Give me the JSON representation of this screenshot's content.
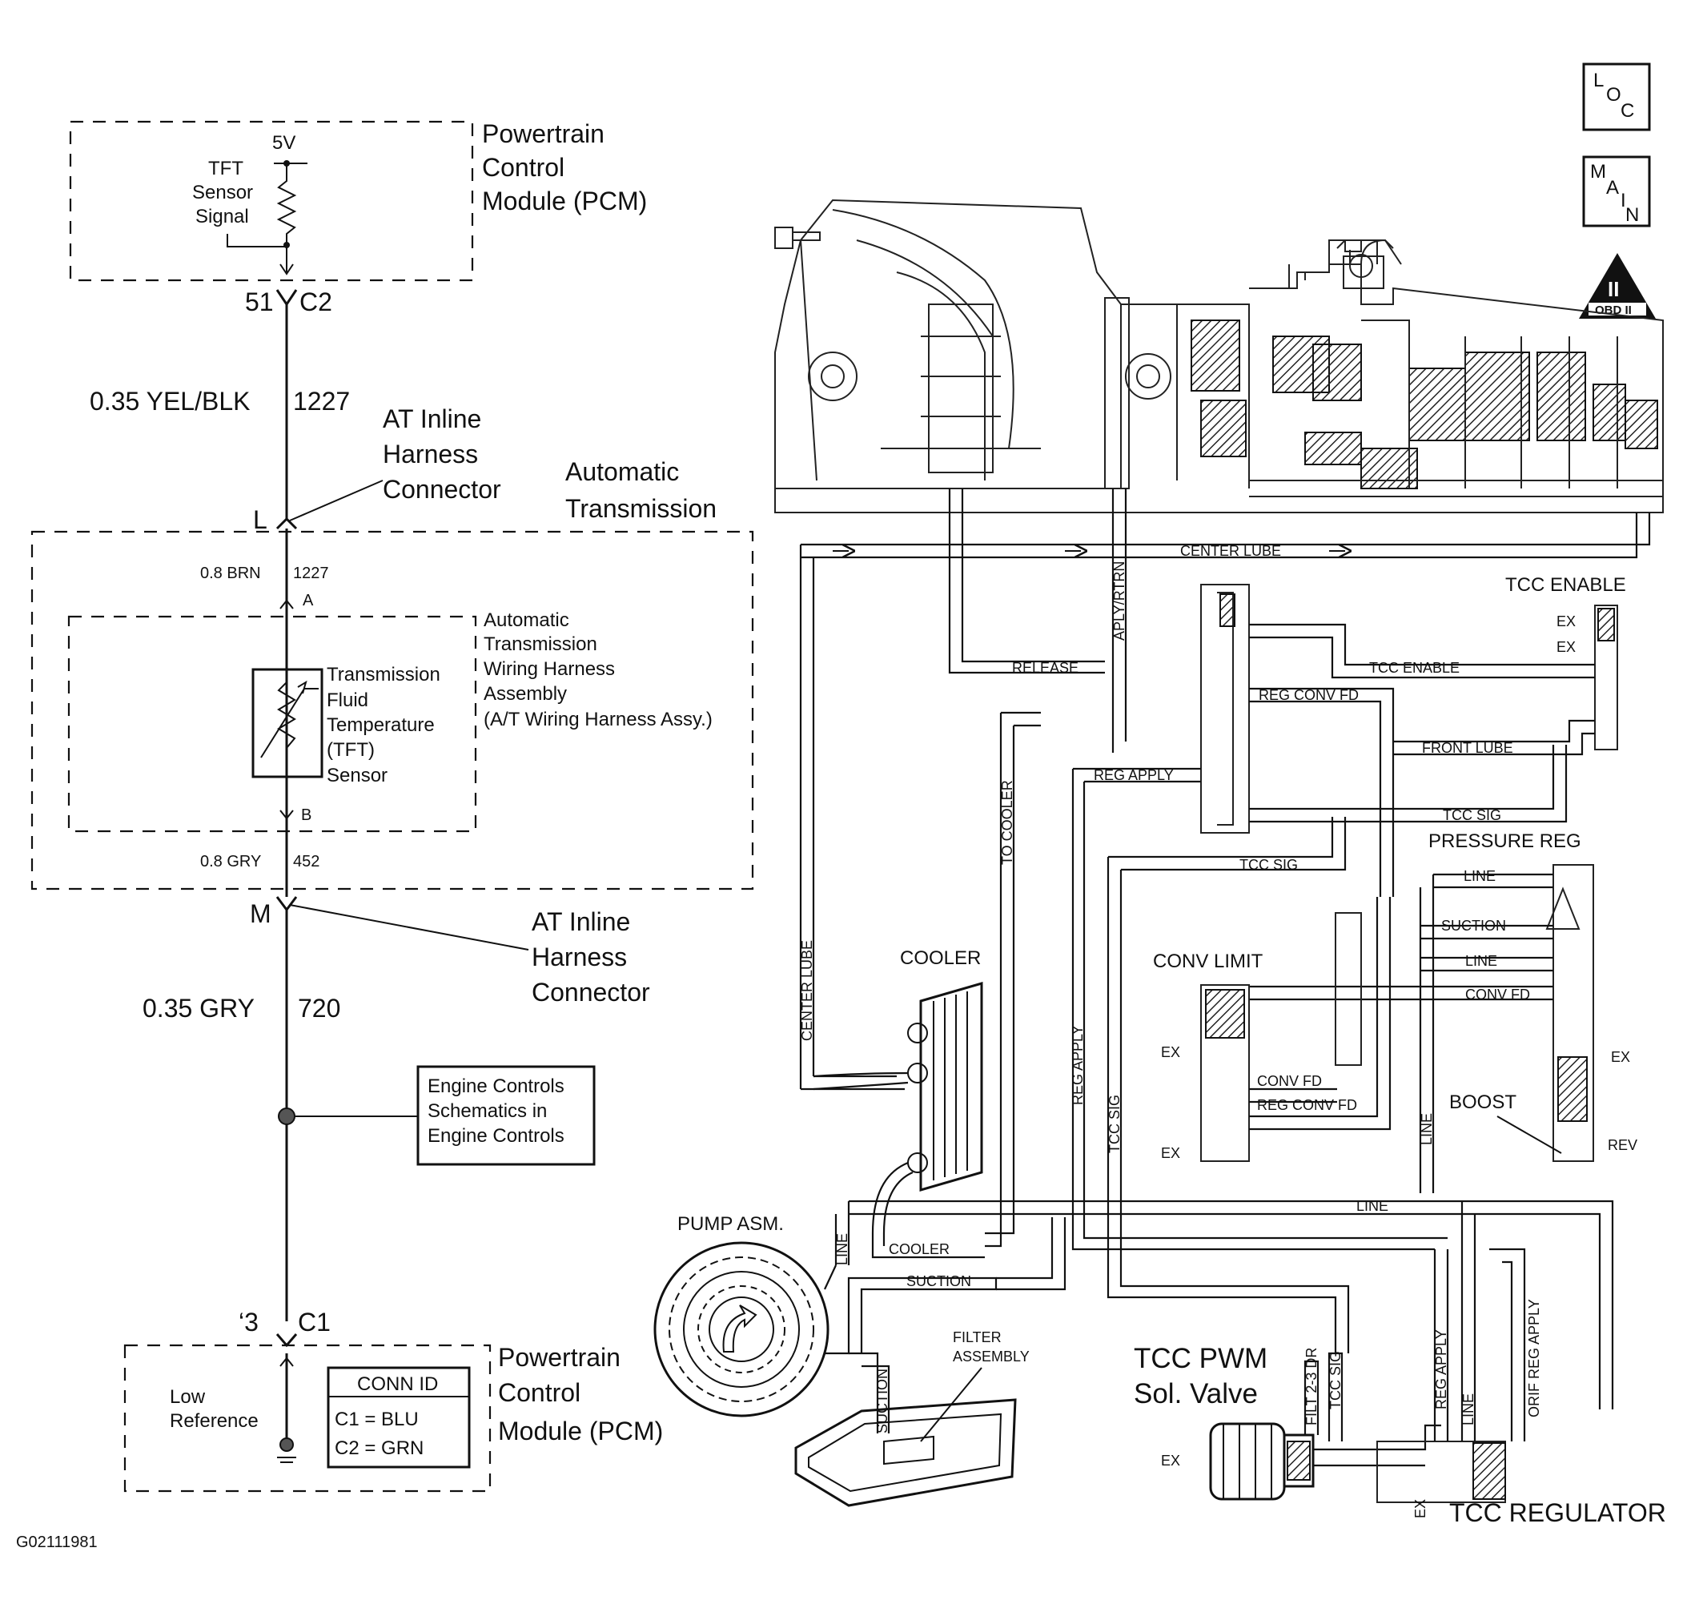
{
  "schematic": {
    "pcm_top": {
      "title_line1": "Powertrain",
      "title_line2": "Control",
      "title_line3": "Module (PCM)",
      "voltage": "5V",
      "sensor_line1": "TFT",
      "sensor_line2": "Sensor",
      "sensor_line3": "Signal",
      "pin": "51",
      "connector": "C2"
    },
    "wire1": {
      "gauge_color": "0.35 YEL/BLK",
      "circuit": "1227"
    },
    "inline_connector_1": {
      "line1": "AT Inline",
      "line2": "Harness",
      "line3": "Connector",
      "pin": "L"
    },
    "trans_box": {
      "line1": "Automatic",
      "line2": "Transmission"
    },
    "wire2": {
      "gauge_color": "0.8 BRN",
      "circuit": "1227",
      "pin_a": "A",
      "pin_b": "B"
    },
    "harness_assy": {
      "line1": "Automatic",
      "line2": "Transmission",
      "line3": "Wiring Harness",
      "line4": "Assembly",
      "line5": "(A/T Wiring Harness Assy.)"
    },
    "tft_sensor": {
      "line1": "Transmission",
      "line2": "Fluid",
      "line3": "Temperature",
      "line4": "(TFT)",
      "line5": "Sensor"
    },
    "wire3": {
      "gauge_color": "0.8 GRY",
      "circuit": "452"
    },
    "inline_connector_2": {
      "line1": "AT Inline",
      "line2": "Harness",
      "line3": "Connector",
      "pin": "M"
    },
    "wire4": {
      "gauge_color": "0.35 GRY",
      "circuit": "720"
    },
    "engine_controls": {
      "line1": "Engine Controls",
      "line2": "Schematics in",
      "line3": "Engine Controls"
    },
    "pcm_bottom": {
      "pin": "‘3",
      "connector": "C1",
      "title_line1": "Powertrain",
      "title_line2": "Control",
      "title_line3": "Module (PCM)",
      "low_ref_line1": "Low",
      "low_ref_line2": "Reference",
      "conn_id_title": "CONN ID",
      "conn_c1": "C1 = BLU",
      "conn_c2": "C2 = GRN"
    },
    "figure_id": "G02111981"
  },
  "badges": {
    "loc": {
      "l": "L",
      "o": "O",
      "c": "C"
    },
    "main": {
      "m": "M",
      "a": "A",
      "i": "I",
      "n": "N"
    },
    "obd": {
      "numeral": "II",
      "text": "OBD II"
    }
  },
  "hydraulic": {
    "center_lube_top": "CENTER LUBE",
    "aply_rtrn": "APLY/RTRN",
    "release": "RELEASE",
    "tcc_enable_title": "TCC ENABLE",
    "tcc_enable": "TCC ENABLE",
    "ex": "EX",
    "reg_conv_fd": "REG CONV FD",
    "front_lube": "FRONT LUBE",
    "reg_apply": "REG APPLY",
    "to_cooler": "TO COOLER",
    "tcc_sig": "TCC SIG",
    "pressure_reg": "PRESSURE REG",
    "line": "LINE",
    "suction": "SUCTION",
    "conv_fd": "CONV FD",
    "conv_limit": "CONV LIMIT",
    "center_lube_left": "CENTER LUBE",
    "cooler_title": "COOLER",
    "boost": "BOOST",
    "rev": "REV",
    "pump_asm": "PUMP ASM.",
    "cooler": "COOLER",
    "filter_line1": "FILTER",
    "filter_line2": "ASSEMBLY",
    "tcc_pwm_line1": "TCC PWM",
    "tcc_pwm_line2": "Sol. Valve",
    "filt_23_dr": "FILT 2-3 DR",
    "orif_reg_apply": "ORIF REG APPLY",
    "tcc_regulator": "TCC REGULATOR"
  }
}
